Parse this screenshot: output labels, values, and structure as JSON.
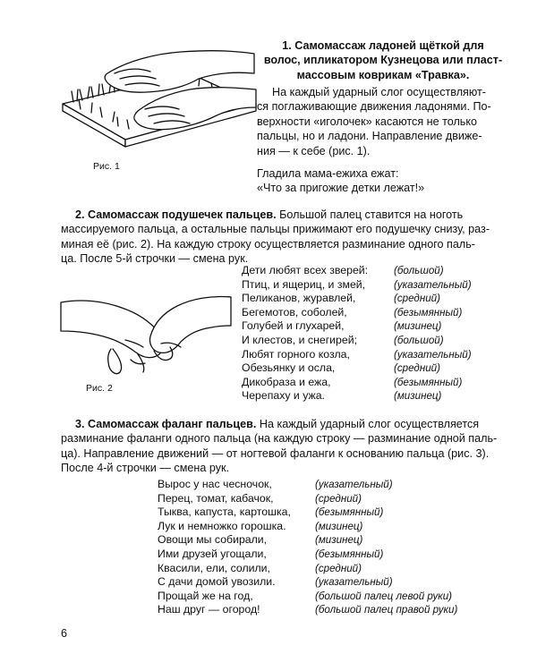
{
  "section1": {
    "title_lines": [
      "1. Самомассаж ладоней щёткой для",
      "волос, ипликатором Кузнецова или пласт-",
      "массовым коврикам «Травка»."
    ],
    "body_lines": [
      "На каждый ударный слог осуществляют-",
      "ся поглаживающие движения ладонями. По-",
      "верхности «иголочек» касаются не только",
      "пальцы, но и ладони. Направление движе-",
      "ния — к себе (рис. 1)."
    ],
    "verse_lines": [
      "Гладила мама-ежиха ежат:",
      "«Что за пригожие детки лежат!»"
    ],
    "figure_caption": "Рис. 1"
  },
  "section2": {
    "title": "2. Самомассаж подушечек пальцев.",
    "intro_first": "Большой палец ставится на ноготь",
    "intro_lines": [
      "массируемого пальца, а остальные пальцы прижимают его подушечку снизу, раз-",
      "миная её (рис. 2). На каждую строку осуществляется разминание одного паль-",
      "ца. После 5-й строчки — смена рук."
    ],
    "figure_caption": "Рис. 2",
    "poem": [
      {
        "line": "Дети любят всех зверей:",
        "finger": "(большой)"
      },
      {
        "line": "Птиц, и ящериц, и змей,",
        "finger": "(указательный)"
      },
      {
        "line": "Пеликанов, журавлей,",
        "finger": "(средний)"
      },
      {
        "line": "Бегемотов, соболей,",
        "finger": "(безымянный)"
      },
      {
        "line": "Голубей и глухарей,",
        "finger": "(мизинец)"
      },
      {
        "line": "И клестов, и снегирей;",
        "finger": "(большой)"
      },
      {
        "line": "Любят горного козла,",
        "finger": "(указательный)"
      },
      {
        "line": "Обезьянку и осла,",
        "finger": "(средний)"
      },
      {
        "line": "Дикобраза и ежа,",
        "finger": "(безымянный)"
      },
      {
        "line": "Черепаху и ужа.",
        "finger": "(мизинец)"
      }
    ]
  },
  "section3": {
    "title": "3. Самомассаж фаланг пальцев.",
    "intro_first": "На каждый ударный слог осуществляется",
    "intro_lines": [
      "разминание фаланги одного пальца (на каждую строку — разминание одной паль-",
      "ца). Направление движений — от ногтевой фаланги к основанию пальца (рис. 3).",
      "После 4-й строчки — смена рук."
    ],
    "poem": [
      {
        "line": "Вырос у нас чесночок,",
        "finger": "(указательный)"
      },
      {
        "line": "Перец, томат, кабачок,",
        "finger": "(средний)"
      },
      {
        "line": "Тыква, капуста, картошка,",
        "finger": "(безымянный)"
      },
      {
        "line": "Лук и немножко горошка.",
        "finger": "(мизинец)"
      },
      {
        "line": "Овощи мы собирали,",
        "finger": "(мизинец)"
      },
      {
        "line": "Ими друзей угощали,",
        "finger": "(безымянный)"
      },
      {
        "line": "Квасили, ели, солили,",
        "finger": "(средний)"
      },
      {
        "line": "С дачи домой увозили.",
        "finger": "(указательный)"
      },
      {
        "line": "Прощай же на год,",
        "finger": "(большой палец левой руки)"
      },
      {
        "line": "Наш друг — огород!",
        "finger": "(большой палец правой руки)"
      }
    ]
  },
  "page_number": "6"
}
